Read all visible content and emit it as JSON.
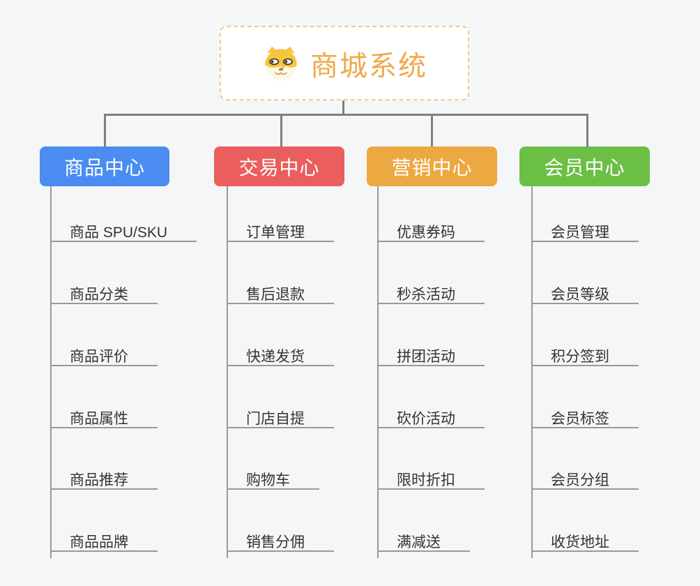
{
  "canvas": {
    "background": "#f5f6f7",
    "connector_color": "#7f7f7f",
    "child_line_color": "#999999"
  },
  "root": {
    "title": "商城系统",
    "title_color": "#f0a94c",
    "border_color": "#f5c88a",
    "icon": "shiba-dog-icon"
  },
  "branches": [
    {
      "label": "商品中心",
      "color": "#4a8cf0",
      "items": [
        "商品 SPU/SKU",
        "商品分类",
        "商品评价",
        "商品属性",
        "商品推荐",
        "商品品牌"
      ]
    },
    {
      "label": "交易中心",
      "color": "#ea5e5e",
      "items": [
        "订单管理",
        "售后退款",
        "快递发货",
        "门店自提",
        "购物车",
        "销售分佣"
      ]
    },
    {
      "label": "营销中心",
      "color": "#eca942",
      "items": [
        "优惠券码",
        "秒杀活动",
        "拼团活动",
        "砍价活动",
        "限时折扣",
        "满减送"
      ]
    },
    {
      "label": "会员中心",
      "color": "#6cbf45",
      "items": [
        "会员管理",
        "会员等级",
        "积分签到",
        "会员标签",
        "会员分组",
        "收货地址"
      ]
    }
  ]
}
